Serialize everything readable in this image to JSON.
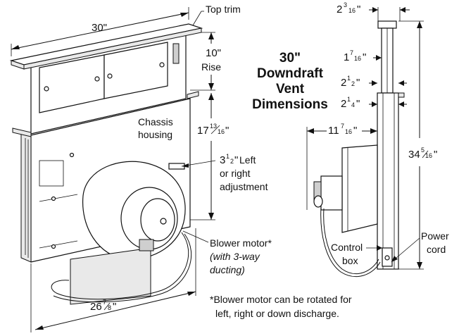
{
  "title": {
    "line1": "30\"",
    "line2": "Downdraft",
    "line3": "Vent",
    "line4": "Dimensions"
  },
  "labels": {
    "top_trim": "Top trim",
    "rise_value": "10\"",
    "rise_word": "Rise",
    "chassis_line1": "Chassis",
    "chassis_line2": "housing",
    "adjust_line1": "Left",
    "adjust_line2": "or right",
    "adjust_line3": "adjustment",
    "blower_line1": "Blower motor*",
    "blower_line2": "(with 3-way",
    "blower_line3": "ducting)",
    "control_line1": "Control",
    "control_line2": "box",
    "power_line1": "Power",
    "power_line2": "cord",
    "footnote_line1": "*Blower motor can be rotated for",
    "footnote_line2": "left, right or down discharge."
  },
  "dimensions": {
    "width_total": "30\"",
    "height_chassis": {
      "whole": "17",
      "num": "13",
      "den": "16",
      "unit": "\""
    },
    "adjust": {
      "whole": "3",
      "num": "1",
      "den": "2",
      "unit": "\""
    },
    "width_bottom": {
      "whole": "26",
      "num": "7",
      "den": "8",
      "unit": "\""
    },
    "trim_depth": {
      "whole": "2",
      "num": "3",
      "den": "16",
      "unit": "\""
    },
    "depth_a": {
      "whole": "1",
      "num": "7",
      "den": "16",
      "unit": "\""
    },
    "depth_b": {
      "whole": "2",
      "num": "1",
      "den": "2",
      "unit": "\""
    },
    "depth_c": {
      "whole": "2",
      "num": "1",
      "den": "4",
      "unit": "\""
    },
    "depth_blower": {
      "whole": "11",
      "num": "7",
      "den": "16",
      "unit": "\""
    },
    "height_total": {
      "whole": "34",
      "num": "5",
      "den": "16",
      "unit": "\""
    }
  }
}
